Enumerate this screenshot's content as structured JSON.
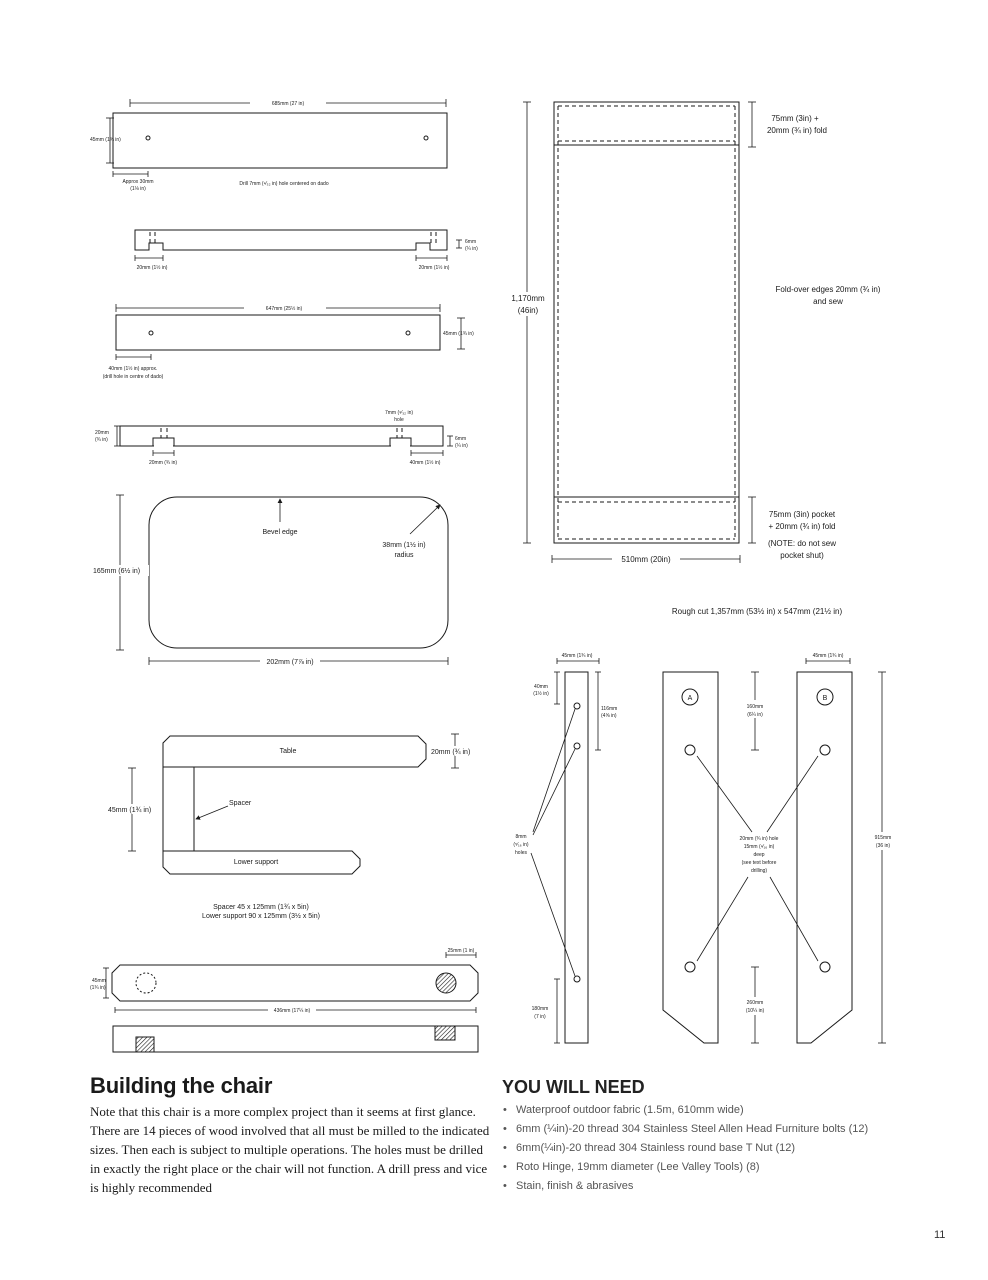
{
  "diagram": {
    "parts": {
      "p1_len": "685mm (27 in)",
      "p1_w": "45mm (1¾ in)",
      "p1_approx": "Approx 30mm",
      "p1_approx_in": "(1⅛ in)",
      "p1_drill": "Drill 7mm (⁹⁄₃₂ in) hole centered on dado",
      "p2_dado_l": "20mm (1½ in)",
      "p2_dado_r": "20mm (1½ in)",
      "p2_depth": "6mm",
      "p2_depth_in": "(¼ in)",
      "p3_len": "647mm (25½ in)",
      "p3_w": "45mm (1¾ in)",
      "p3_note1": "40mm (1½ in) approx.",
      "p3_note2": "(drill hole in centre of dado)",
      "p4_h": "20mm",
      "p4_h_in": "(¾ in)",
      "p4_hole": "7mm (⁹⁄₃₂ in)",
      "p4_hole2": "hole",
      "p4_depth": "6mm",
      "p4_depth_in": "(¼ in)",
      "p4_dado_l": "20mm (¾ in)",
      "p4_dado_r": "40mm (1½ in)",
      "arm_bevel": "Bevel edge",
      "arm_radius": "38mm (1½ in)",
      "arm_radius2": "radius",
      "arm_h": "165mm (6½ in)",
      "arm_w": "202mm (7⅞ in)",
      "asm_table": "Table",
      "asm_table_h": "20mm (¾ in)",
      "asm_spacer": "Spacer",
      "asm_h": "45mm (1¾ in)",
      "asm_lower": "Lower support",
      "asm_note1": "Spacer 45 x 125mm (1¾ x 5in)",
      "asm_note2": "Lower support 90 x 125mm (3½ x 5in)",
      "dowel_d": "25mm (1 in)",
      "dowel_h": "45mm",
      "dowel_h_in": "(1¾ in)",
      "dowel_len": "436mm (17¼ in)"
    },
    "fabric": {
      "fold_top": "75mm (3in) +",
      "fold_top2": "20mm (¾ in) fold",
      "height": "1,170mm",
      "height_in": "(46in)",
      "edges": "Fold-over edges 20mm (¾ in)",
      "edges2": "and sew",
      "pocket1": "75mm (3in) pocket",
      "pocket2": "+ 20mm (¾ in) fold",
      "pocket3": "(NOTE: do not sew",
      "pocket4": "pocket shut)",
      "width": "510mm (20in)",
      "rough_cut": "Rough cut 1,357mm (53½ in) x 547mm (21½ in)"
    },
    "legs": {
      "width_l": "45mm (1¾ in)",
      "top_gap": "40mm",
      "top_gap_in": "(1½ in)",
      "spacing": "116mm",
      "spacing_in": "(4⅝ in)",
      "holes": "8mm",
      "holes_in": "(⁵⁄₁₆ in)",
      "holes_label": "holes",
      "bottom": "180mm",
      "bottom_in": "(7 in)",
      "mark_a": "A",
      "mark_b": "B",
      "top_b": "160mm",
      "top_b_in": "(6¼ in)",
      "hole_20": "20mm (¾ in) hole",
      "hole_20b": "15mm (⁹⁄₁₆ in)",
      "hole_20c": "deep",
      "hole_20d": "(see text before",
      "hole_20e": "drilling)",
      "bottom_b": "260mm",
      "bottom_b_in": "(10¼ in)",
      "width_r": "45mm (1¾ in)",
      "length": "915mm",
      "length_in": "(36 in)"
    }
  },
  "section": {
    "heading": "Building the chair",
    "intro": "Note that this chair is a more complex project than it seems at first glance. There are 14 pieces of wood involved that all must be milled to the indicated sizes. Then each is subject to multiple operations. The holes must be drilled in exactly the right place or the chair will not function. A drill press and vice is highly recommended"
  },
  "needs": {
    "title": "YOU WILL NEED",
    "items": [
      "Waterproof outdoor fabric (1.5m, 610mm wide)",
      "6mm (¼in)-20 thread 304 Stainless Steel Allen Head Furniture bolts (12)",
      "6mm(¼in)-20 thread 304 Stainless round base T Nut (12)",
      "Roto Hinge, 19mm diameter (Lee Valley Tools) (8)",
      "Stain, finish & abrasives"
    ]
  },
  "page_number": "11"
}
